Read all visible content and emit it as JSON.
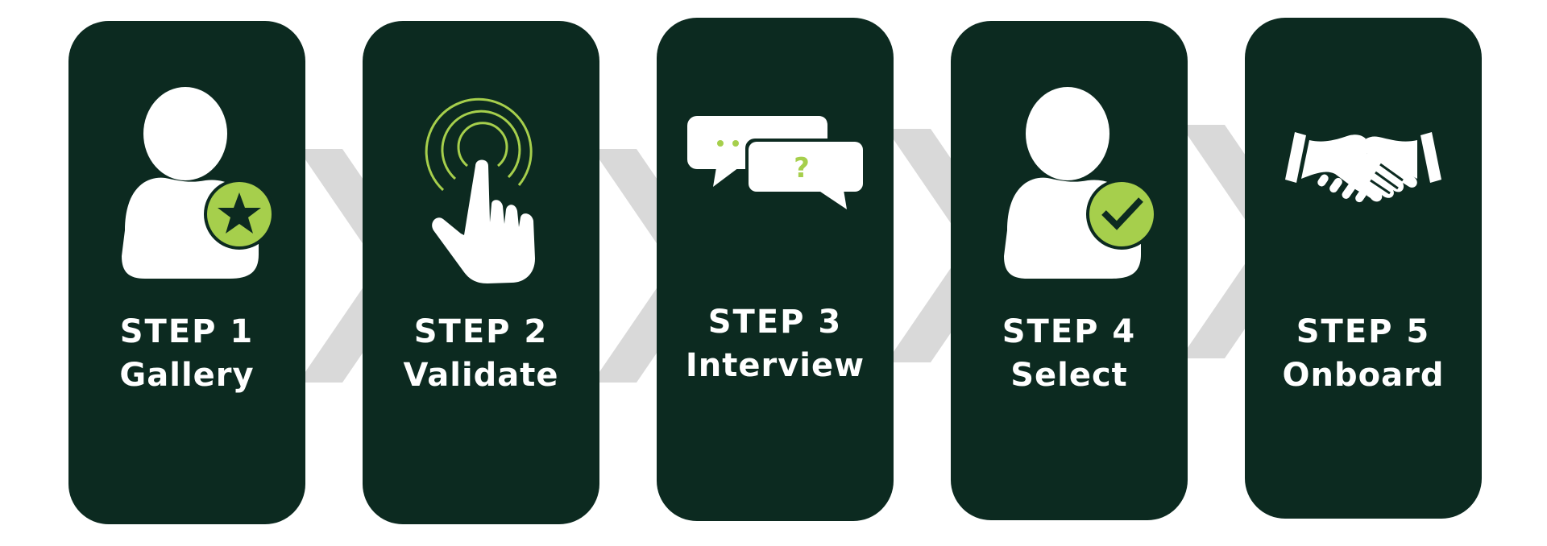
{
  "colors": {
    "card": "#0c2a20",
    "accent": "#a6cf4c",
    "chevron": "#d9d9d9",
    "icon": "#ffffff"
  },
  "steps": [
    {
      "step": "STEP 1",
      "name": "Gallery",
      "icon": "user-star-icon"
    },
    {
      "step": "STEP 2",
      "name": "Validate",
      "icon": "touch-tap-icon"
    },
    {
      "step": "STEP 3",
      "name": "Interview",
      "icon": "chat-bubbles-icon"
    },
    {
      "step": "STEP 4",
      "name": "Select",
      "icon": "user-check-icon"
    },
    {
      "step": "STEP 5",
      "name": "Onboard",
      "icon": "handshake-icon"
    }
  ]
}
